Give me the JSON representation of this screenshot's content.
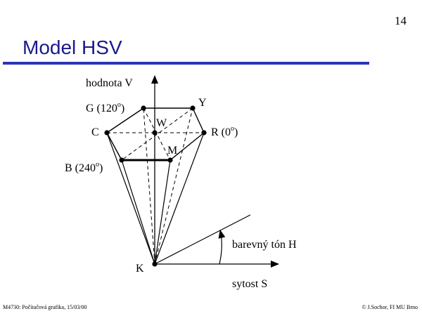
{
  "header": {
    "page_number": "14",
    "title": "Model HSV",
    "accent_color": "#2b35b8",
    "title_color": "#1a1a8c"
  },
  "diagram": {
    "axis_value": "hodnota V",
    "point_G": "G (120",
    "point_Y": "Y",
    "point_W": "W",
    "point_C": "C",
    "point_R": "R (0",
    "point_M": "M",
    "point_B": "B (240",
    "point_K": "K",
    "hue_label": "barevný tón H",
    "saturation_label": "sytost S",
    "degree_symbol": "o",
    "close_paren": ")"
  },
  "footer": {
    "left": "M4730: Počítačová grafika, 15/03/00",
    "right": "© J.Sochor, FI MU Brno"
  }
}
